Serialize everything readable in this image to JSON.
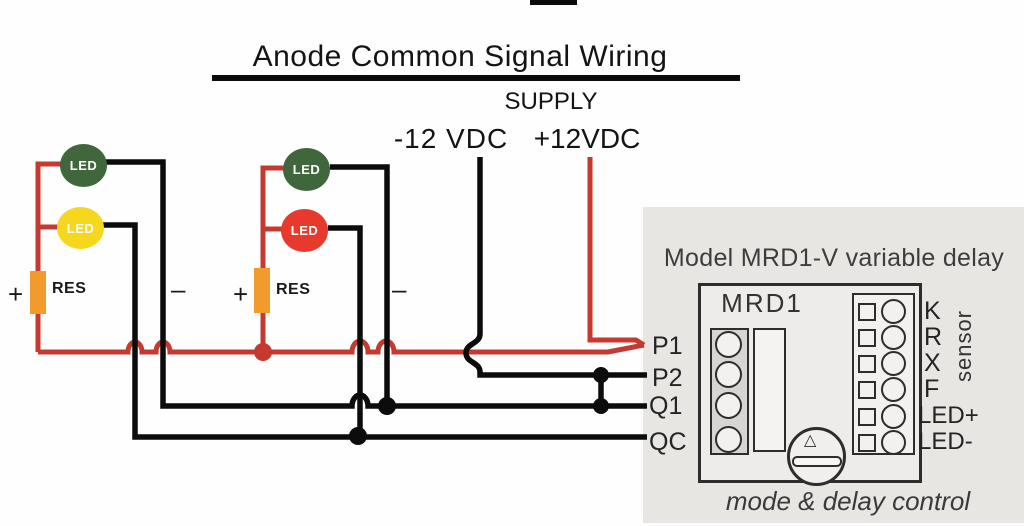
{
  "diagram": {
    "title": "Anode Common Signal Wiring",
    "supply": {
      "heading": "SUPPLY",
      "negative": "-12 VDC",
      "positive": "+12VDC"
    },
    "groups": [
      {
        "plus": "+",
        "res": "RES",
        "minus": "–",
        "leds": [
          {
            "label": "LED",
            "color": "#40663c"
          },
          {
            "label": "LED",
            "color": "#f5d81e"
          }
        ]
      },
      {
        "plus": "+",
        "res": "RES",
        "minus": "–",
        "leds": [
          {
            "label": "LED",
            "color": "#40663c"
          },
          {
            "label": "LED",
            "color": "#e73a2c"
          }
        ]
      }
    ],
    "module": {
      "caption": "Model MRD1-V variable delay",
      "name": "MRD1",
      "left_terminals": [
        "P1",
        "P2",
        "Q1",
        "QC"
      ],
      "right_terminals": [
        "K",
        "R",
        "X",
        "F",
        "LED+",
        "LED-"
      ],
      "side_label": "sensor",
      "bottom_label": "mode & delay control",
      "trimpot_mark": "△"
    },
    "colors": {
      "positive_wire": "#c43a30",
      "negative_wire": "#0c0c0c",
      "resistor": "#f09b2c",
      "panel": "#e7e6e3"
    }
  }
}
